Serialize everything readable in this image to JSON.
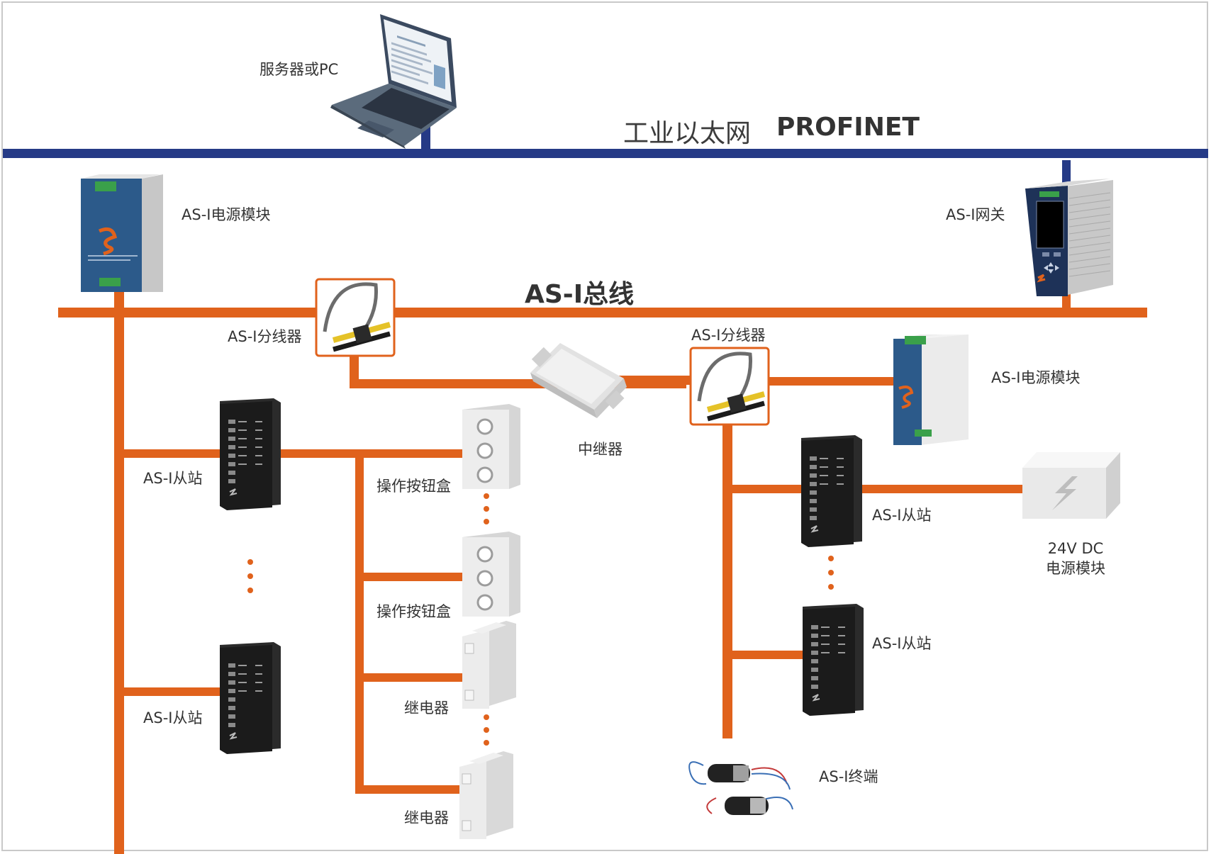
{
  "colors": {
    "ethernet_bus": "#253a86",
    "asi_bus": "#e0621c",
    "device_gray": "#dcdcdc",
    "slave_black": "#1b1b1b",
    "gateway_blue": "#1e3258",
    "splitter_border": "#e0621c"
  },
  "labels": {
    "server": "服务器或PC",
    "ethernet_cn": "工业以太网",
    "ethernet_en": "PROFINET",
    "power_left": "AS-I电源模块",
    "gateway": "AS-I网关",
    "asi_bus": "AS-I总线",
    "splitter_left": "AS-I分线器",
    "splitter_right": "AS-I分线器",
    "power_right": "AS-I电源模块",
    "repeater": "中继器",
    "slave_left_1": "AS-I从站",
    "slave_left_2": "AS-I从站",
    "button_box_1": "操作按钮盒",
    "button_box_2": "操作按钮盒",
    "relay_1": "继电器",
    "relay_2": "继电器",
    "slave_right_1": "AS-I从站",
    "slave_right_2": "AS-I从站",
    "dc_power_line1": "24V DC",
    "dc_power_line2": "电源模块",
    "terminator": "AS-I终端"
  },
  "icons": {
    "server": "laptop-icon",
    "power": "din-rail-power-supply-icon",
    "gateway": "gateway-device-icon",
    "splitter": "cable-splitter-icon",
    "repeater": "repeater-icon",
    "slave": "io-module-icon",
    "button_box": "push-button-box-icon",
    "relay": "relay-icon",
    "dc_power": "lightning-icon",
    "terminator": "bus-terminator-icon"
  }
}
